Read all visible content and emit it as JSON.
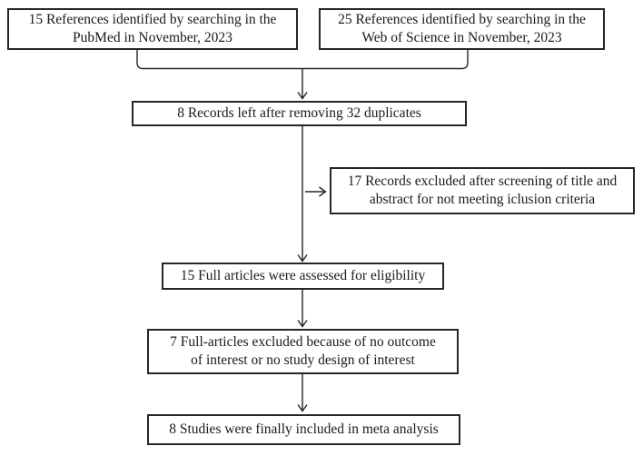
{
  "diagram": {
    "type": "prisma-flowchart",
    "colors": {
      "border": "#262626",
      "text": "#1a1a1a",
      "background": "#ffffff"
    },
    "boxes": {
      "pubmed": {
        "lines": [
          "15 References identified by searching in the",
          "PubMed in November, 2023"
        ]
      },
      "web_of_science": {
        "lines": [
          "25 References identified by searching in the",
          "Web of Science in November, 2023"
        ]
      },
      "after_duplicates": {
        "lines": [
          "8 Records left after removing 32 duplicates"
        ]
      },
      "excluded_screening": {
        "lines": [
          "17 Records excluded after screening of title and",
          "abstract for not meeting iclusion criteria"
        ]
      },
      "assessed_eligibility": {
        "lines": [
          "15 Full articles were assessed for eligibility"
        ]
      },
      "excluded_fulltext": {
        "lines": [
          "7 Full-articles excluded because of no outcome",
          "of interest or no study design of interest"
        ]
      },
      "included": {
        "lines": [
          "8 Studies were finally included in meta analysis"
        ]
      }
    }
  }
}
